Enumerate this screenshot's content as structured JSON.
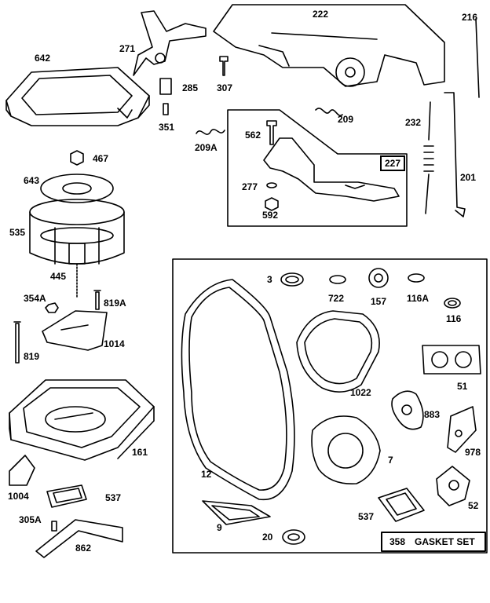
{
  "labels": {
    "p642": "642",
    "p271": "271",
    "p222": "222",
    "p216": "216",
    "p285": "285",
    "p307": "307",
    "p351": "351",
    "p467": "467",
    "p643": "643",
    "p535": "535",
    "p445": "445",
    "p354a": "354A",
    "p819a": "819A",
    "p1014": "1014",
    "p819": "819",
    "p161": "161",
    "p1004": "1004",
    "p537a": "537",
    "p305a": "305A",
    "p862": "862",
    "p562": "562",
    "p209": "209",
    "p209a": "209A",
    "p232": "232",
    "p227": "227",
    "p277": "277",
    "p592": "592",
    "p201": "201",
    "p3": "3",
    "p722": "722",
    "p157": "157",
    "p116a": "116A",
    "p116": "116",
    "p1022": "1022",
    "p51": "51",
    "p883": "883",
    "p978": "978",
    "p12": "12",
    "p7": "7",
    "p52": "52",
    "p9": "9",
    "p20": "20",
    "p537b": "537"
  },
  "gasket_set": {
    "number": "358",
    "title": "GASKET SET"
  }
}
